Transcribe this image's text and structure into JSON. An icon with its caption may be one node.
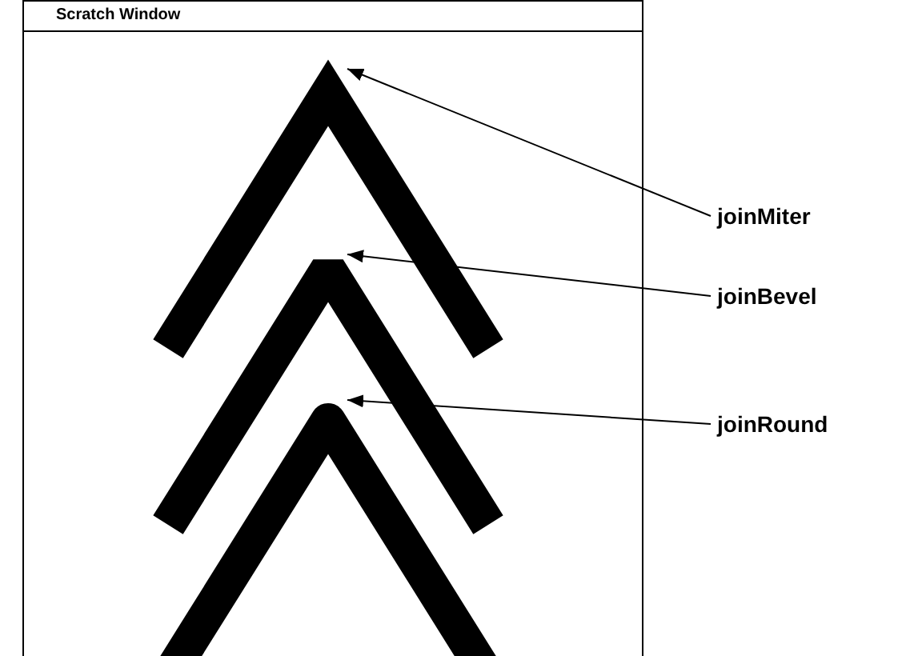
{
  "diagram": {
    "nodes": [
      {
        "text": [
          "Scratch Window"
        ]
      },
      {
        "text": [
          "joinMiter"
        ]
      },
      {
        "text": [],
        "shape": "picture",
        "in": 0
      },
      {
        "text": [
          "joinBevel"
        ]
      },
      {
        "text": [],
        "shape": "picture",
        "in": 0
      },
      {
        "text": [
          "joinRound"
        ]
      },
      {
        "text": [],
        "shape": "picture",
        "in": 0
      }
    ],
    "edges": [
      {
        "from": 1,
        "to": 2,
        "arrow": "to"
      },
      {
        "from": 3,
        "to": 4,
        "arrow": "to"
      },
      {
        "from": 5,
        "to": 6,
        "arrow": "to"
      }
    ]
  }
}
